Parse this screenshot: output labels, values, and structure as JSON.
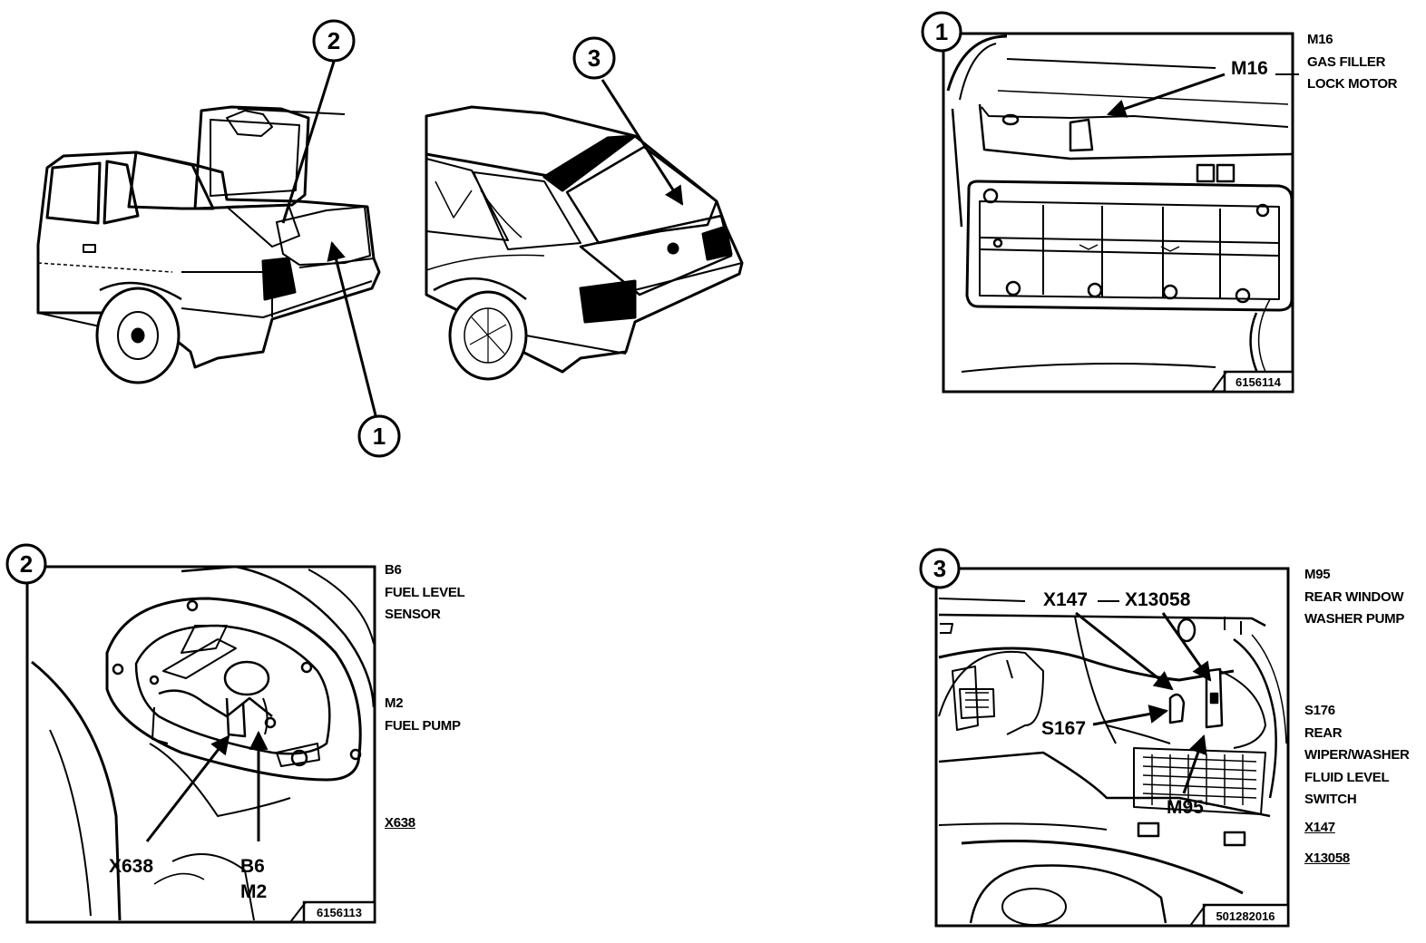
{
  "overview": {
    "callouts": [
      "1",
      "2",
      "3"
    ]
  },
  "panels": [
    {
      "id": "1",
      "code": "6156114",
      "labels": [
        "M16"
      ],
      "legend": [
        {
          "lines": [
            "M16",
            "GAS FILLER",
            "LOCK MOTOR"
          ]
        }
      ],
      "connectors": []
    },
    {
      "id": "2",
      "code": "6156113",
      "labels": [
        "X638",
        "B6",
        "M2"
      ],
      "legend": [
        {
          "lines": [
            "B6",
            "FUEL LEVEL",
            "SENSOR"
          ]
        },
        {
          "lines": [
            "M2",
            "FUEL PUMP"
          ]
        }
      ],
      "connectors": [
        "X638"
      ]
    },
    {
      "id": "3",
      "code": "501282016",
      "labels": [
        "X147",
        "X13058",
        "S167",
        "M95"
      ],
      "legend": [
        {
          "lines": [
            "M95",
            "REAR WINDOW",
            "WASHER PUMP"
          ]
        },
        {
          "lines": [
            "S176",
            "REAR",
            "WIPER/WASHER",
            "FLUID LEVEL",
            "SWITCH"
          ]
        }
      ],
      "connectors": [
        "X147",
        "X13058"
      ]
    }
  ]
}
